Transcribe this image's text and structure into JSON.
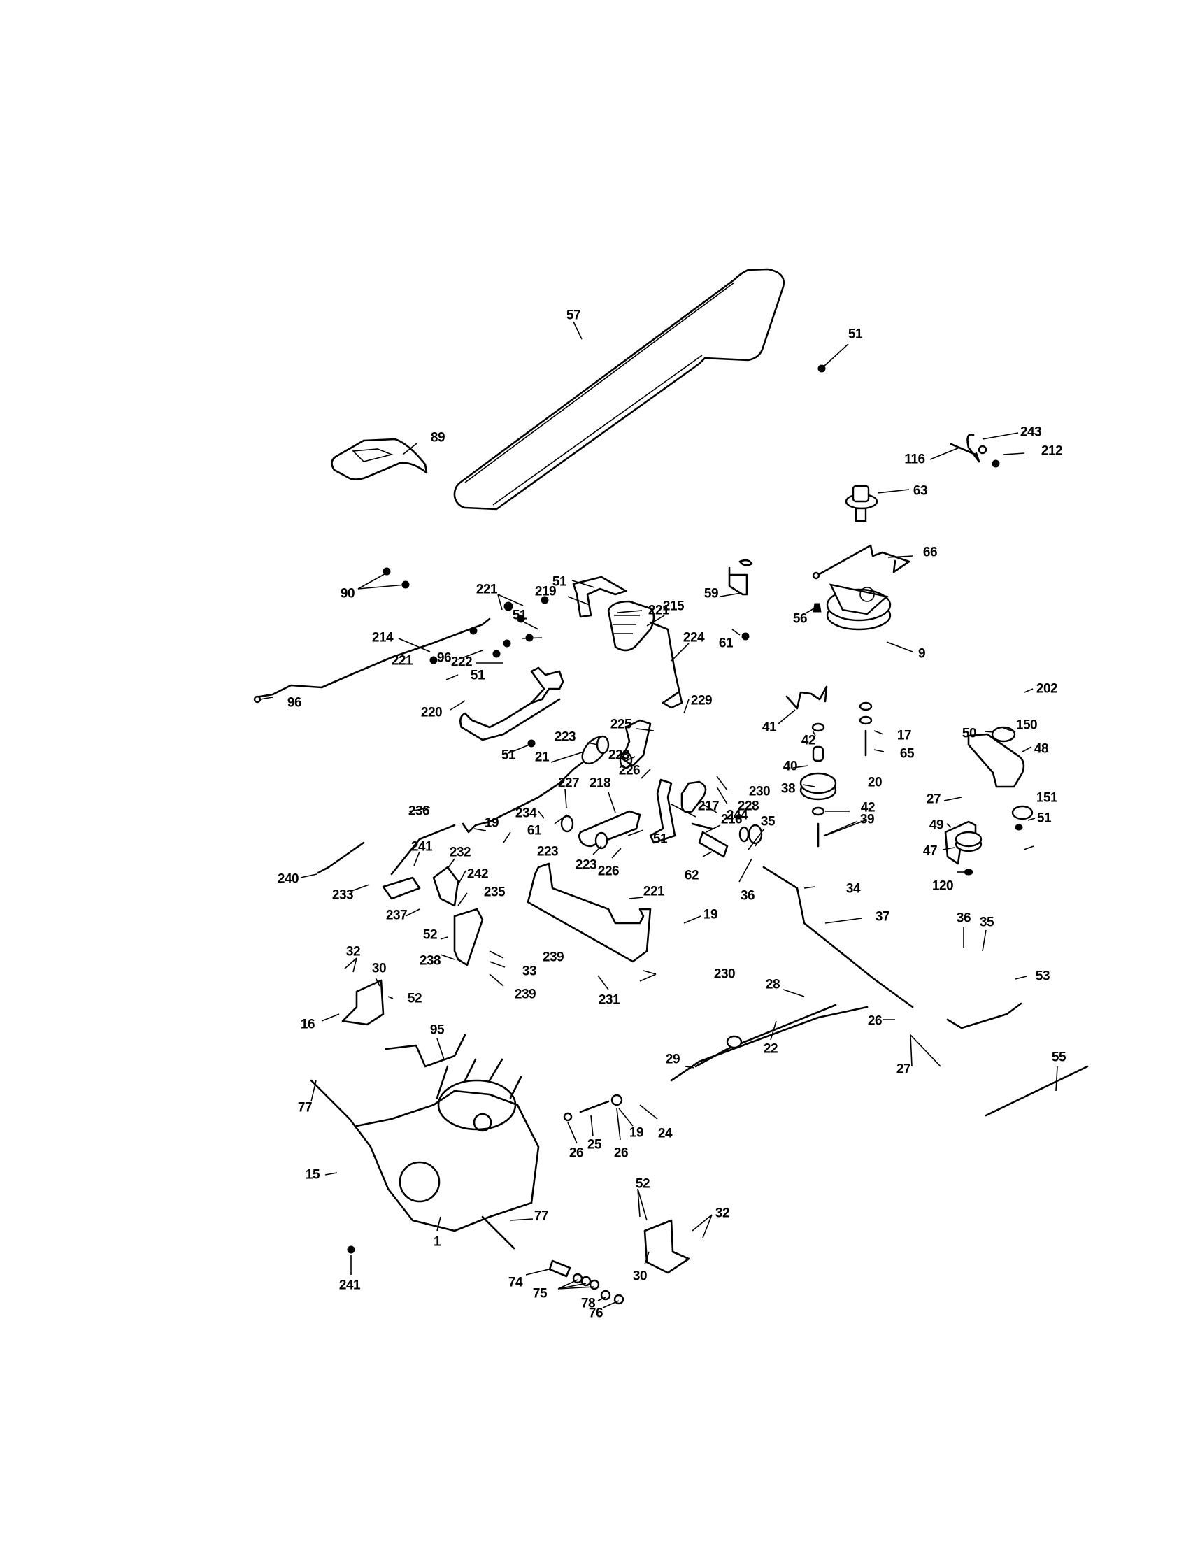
{
  "diagram": {
    "title": "Drive / transmission parts exploded view",
    "callouts": {
      "c57": "57",
      "c51a": "51",
      "c89": "89",
      "c243": "243",
      "c116": "116",
      "c212": "212",
      "c63": "63",
      "c66": "66",
      "c90": "90",
      "c59": "59",
      "c221a": "221",
      "c219": "219",
      "c51b": "51",
      "c221b": "221",
      "c51c": "51",
      "c214": "214",
      "c96a": "96",
      "c222": "222",
      "c51d": "51",
      "c221c": "221",
      "c96b": "96",
      "c220": "220",
      "c51e": "51",
      "c215": "215",
      "c224": "224",
      "c61a": "61",
      "c56": "56",
      "c9": "9",
      "c41": "41",
      "c42a": "42",
      "c17": "17",
      "c65": "65",
      "c50": "50",
      "c202": "202",
      "c150": "150",
      "c48": "48",
      "c225": "225",
      "c229": "229",
      "c223a": "223",
      "c223b": "223",
      "c226a": "226",
      "c230a": "230",
      "c228": "228",
      "c216": "216",
      "c40": "40",
      "c20": "20",
      "c38": "38",
      "c42b": "42",
      "c21": "21",
      "c234": "234",
      "c227": "227",
      "c218": "218",
      "c217": "217",
      "c244": "244",
      "c35a": "35",
      "c39": "39",
      "c27a": "27",
      "c151": "151",
      "c49": "49",
      "c51f": "51",
      "c47": "47",
      "c120": "120",
      "c236": "236",
      "c19a": "19",
      "c61b": "61",
      "c51g": "51",
      "c223c": "223",
      "c223d": "223",
      "c226b": "226",
      "c62": "62",
      "c36a": "36",
      "c34": "34",
      "c240": "240",
      "c241a": "241",
      "c232": "232",
      "c242": "242",
      "c233": "233",
      "c235": "235",
      "c237": "237",
      "c221d": "221",
      "c19b": "19",
      "c37": "37",
      "c36b": "36",
      "c35b": "35",
      "c52a": "52",
      "c238": "238",
      "c239a": "239",
      "c33": "33",
      "c239b": "239",
      "c32a": "32",
      "c30a": "30",
      "c52b": "52",
      "c231": "231",
      "c230b": "230",
      "c28": "28",
      "c53": "53",
      "c16": "16",
      "c95": "95",
      "c26a": "26",
      "c29": "29",
      "c22": "22",
      "c27b": "27",
      "c55": "55",
      "c77a": "77",
      "c15": "15",
      "c25": "25",
      "c19c": "19",
      "c24": "24",
      "c26b": "26",
      "c26c": "26",
      "c77b": "77",
      "c1": "1",
      "c52c": "52",
      "c32b": "32",
      "c241b": "241",
      "c74": "74",
      "c75": "75",
      "c30b": "30",
      "c78": "78",
      "c76": "76"
    }
  }
}
